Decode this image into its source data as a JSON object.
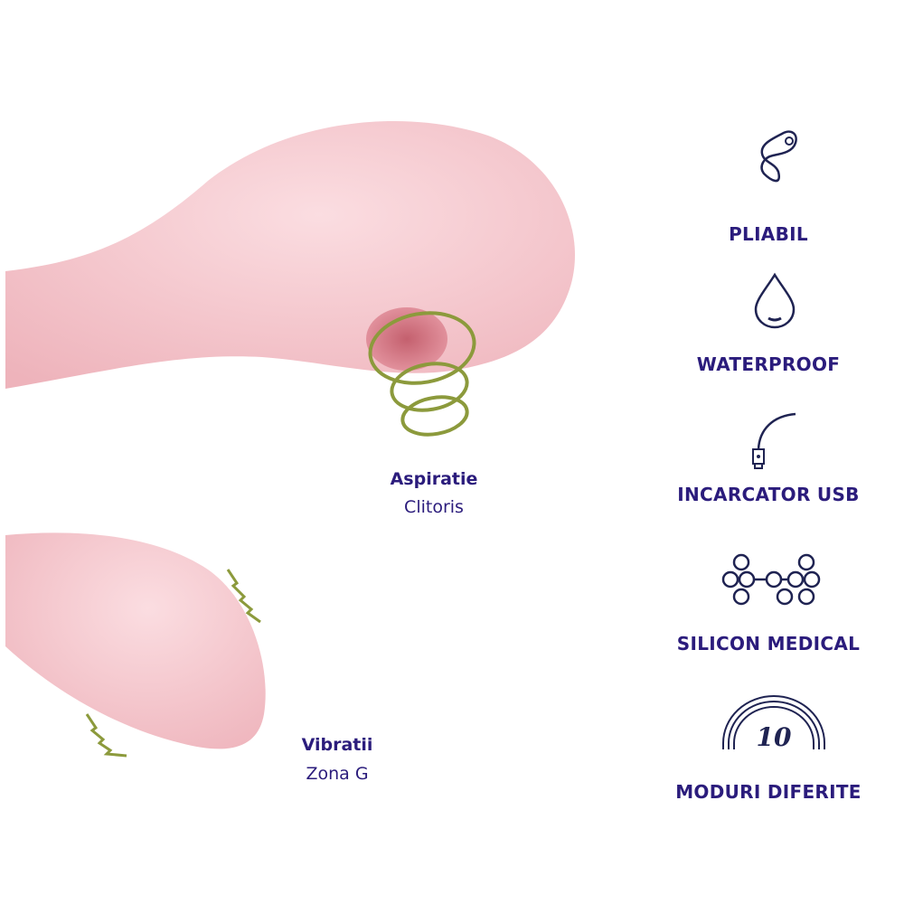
{
  "colors": {
    "text": "#2b1c7c",
    "icon": "#1f2352",
    "product": "#f6c8cf",
    "accent": "#8c9a3c"
  },
  "callouts": [
    {
      "title": "Aspiratie",
      "subtitle": "Clitoris"
    },
    {
      "title": "Vibratii",
      "subtitle": "Zona G"
    }
  ],
  "features": [
    {
      "label": "PLIABIL",
      "icon": "bendable-toy-icon"
    },
    {
      "label": "WATERPROOF",
      "icon": "water-drop-icon"
    },
    {
      "label": "INCARCATOR USB",
      "icon": "usb-cable-icon"
    },
    {
      "label": "SILICON MEDICAL",
      "icon": "molecule-icon"
    },
    {
      "label": "MODURI DIFERITE",
      "icon": "rainbow-10-modes-icon",
      "badge": "10"
    }
  ]
}
